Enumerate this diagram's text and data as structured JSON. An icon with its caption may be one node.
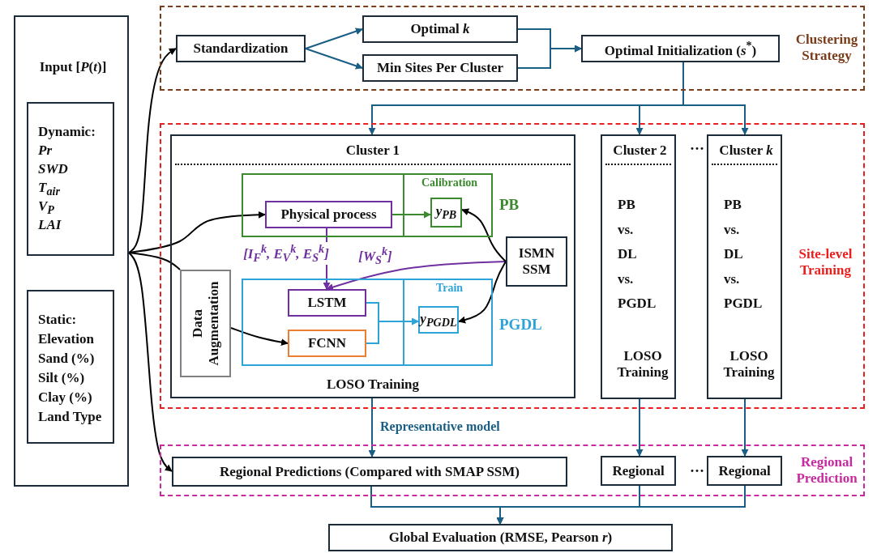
{
  "diagram": {
    "nodes": [
      {
        "text": [
          "Input [*P*(*t*)]"
        ]
      },
      {
        "text": [
          "Dynamic:",
          "Pr",
          "SWD",
          "T$_{air}$",
          "V$_{P}$",
          "LAI"
        ],
        "in": 0
      },
      {
        "text": [
          "Static:",
          "Elevation",
          "Sand (%)",
          "Silt (%)",
          "Clay (%)",
          "Land Type"
        ],
        "in": 0
      },
      {
        "text": [
          "Clustering Strategy"
        ]
      },
      {
        "text": [
          "Standardization"
        ],
        "in": 3
      },
      {
        "text": [
          "Optimal *k*"
        ],
        "in": 3
      },
      {
        "text": [
          "Min Sites Per Cluster"
        ],
        "in": 3
      },
      {
        "text": [
          "Optimal Initialization (*s*$^{*}$)"
        ],
        "in": 3
      },
      {
        "text": [
          "Site-level Training"
        ]
      },
      {
        "text": [
          "Cluster 1",
          "LOSO Training"
        ],
        "in": 8
      },
      {
        "text": [
          "PB"
        ],
        "in": 9
      },
      {
        "text": [
          "Calibration"
        ],
        "in": 10
      },
      {
        "text": [
          "Physical process"
        ],
        "in": 10
      },
      {
        "text": [
          "y$_{PB}$"
        ],
        "in": 11
      },
      {
        "text": [
          "ISMN SSM"
        ],
        "in": 9
      },
      {
        "text": [
          "Data Augmentation"
        ],
        "in": 9
      },
      {
        "text": [
          "PGDL"
        ],
        "in": 9
      },
      {
        "text": [
          "Train"
        ],
        "in": 16
      },
      {
        "text": [
          "LSTM"
        ],
        "in": 16
      },
      {
        "text": [
          "FCNN"
        ],
        "in": 16
      },
      {
        "text": [
          "y$_{PGDL}$"
        ],
        "in": 17
      },
      {
        "text": [
          "Cluster 2",
          "PB",
          "vs.",
          "DL",
          "vs.",
          "PGDL",
          "LOSO Training"
        ],
        "in": 8
      },
      {
        "text": [
          "Cluster *k*",
          "PB",
          "vs.",
          "DL",
          "vs.",
          "PGDL",
          "LOSO Training"
        ],
        "in": 8
      },
      {
        "text": [
          "Regional Prediction"
        ]
      },
      {
        "text": [
          "Regional Predictions (Compared with SMAP SSM)"
        ],
        "in": 23
      },
      {
        "text": [
          "Regional"
        ],
        "in": 23
      },
      {
        "text": [
          "Regional"
        ],
        "in": 23
      },
      {
        "text": [
          "Global Evaluation (RMSE, Pearson *r*)"
        ]
      }
    ],
    "edges": [
      {
        "from": 0,
        "to": 4,
        "arrow": "to",
        "color": "#000000"
      },
      {
        "from": 0,
        "to": 12,
        "arrow": "to",
        "color": "#000000"
      },
      {
        "from": 0,
        "to": 15,
        "arrow": "none",
        "color": "#000000"
      },
      {
        "from": 15,
        "to": 19,
        "arrow": "to",
        "color": "#000000"
      },
      {
        "from": 0,
        "to": 24,
        "arrow": "to",
        "color": "#000000"
      },
      {
        "from": 4,
        "to": 5,
        "arrow": "to"
      },
      {
        "from": 4,
        "to": 6,
        "arrow": "to"
      },
      {
        "from": 5,
        "to": 7,
        "arrow": "to"
      },
      {
        "from": 6,
        "to": 7,
        "arrow": "to"
      },
      {
        "from": 7,
        "to": 9,
        "arrow": "to"
      },
      {
        "from": 7,
        "to": 21,
        "arrow": "to"
      },
      {
        "from": 7,
        "to": 22,
        "arrow": "to"
      },
      {
        "from": 12,
        "to": 13,
        "arrow": "to",
        "color": "#3b8a2e"
      },
      {
        "from": 12,
        "to": 18,
        "arrow": "to",
        "color": "#7030a0",
        "label": "[I$_{F}$$^{k}$, E$_{V}$$^{k}$, E$_{S}$$^{k}$]"
      },
      {
        "from": 14,
        "to": 18,
        "arrow": "to",
        "color": "#7030a0",
        "label": "[W$_{S}$$^{k}$]"
      },
      {
        "from": 14,
        "to": 13,
        "arrow": "to",
        "color": "#000000"
      },
      {
        "from": 14,
        "to": 20,
        "arrow": "to",
        "color": "#000000"
      },
      {
        "from": 18,
        "to": 20,
        "arrow": "to",
        "color": "#2ea3d8"
      },
      {
        "from": 19,
        "to": 20,
        "arrow": "to",
        "color": "#2ea3d8"
      },
      {
        "from": 9,
        "to": 24,
        "arrow": "to",
        "label": "Representative model"
      },
      {
        "from": 21,
        "to": 25,
        "arrow": "to"
      },
      {
        "from": 22,
        "to": 26,
        "arrow": "to"
      },
      {
        "from": 24,
        "to": 27,
        "arrow": "to"
      },
      {
        "from": 25,
        "to": 27,
        "arrow": "to"
      },
      {
        "from": 26,
        "to": 27,
        "arrow": "to"
      }
    ],
    "labels": [
      "···",
      "···"
    ]
  }
}
